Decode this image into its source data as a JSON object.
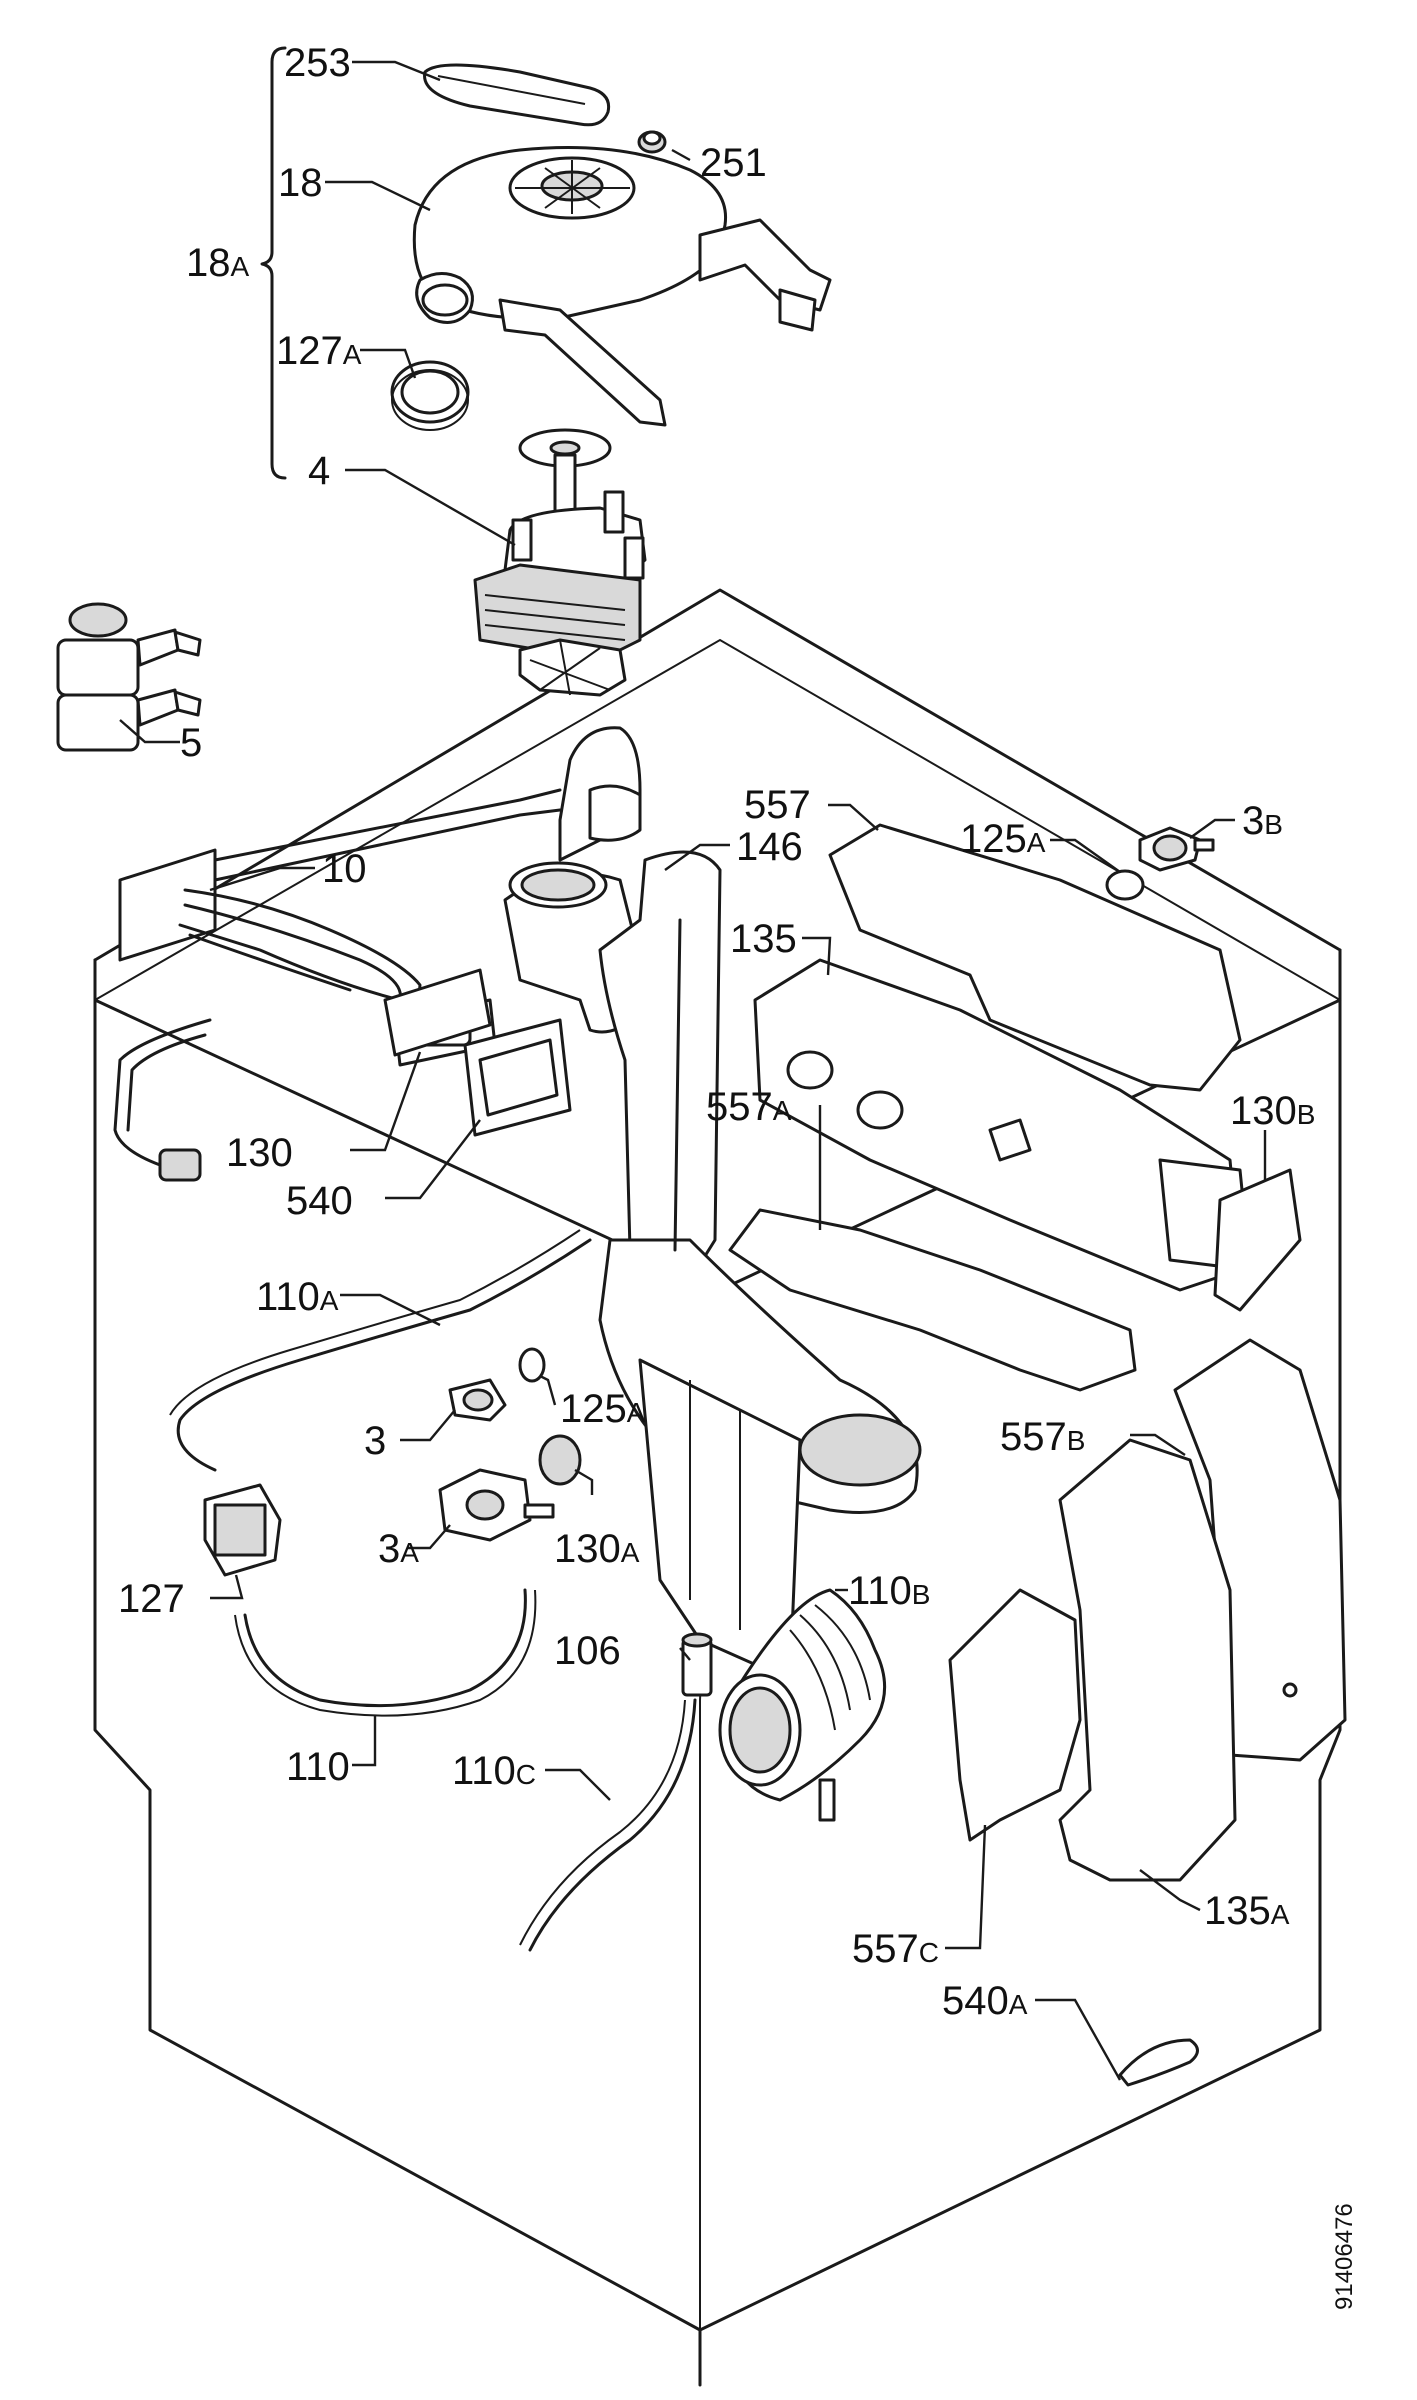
{
  "diagram": {
    "doc_number": "91406476",
    "labels": [
      {
        "id": "253",
        "num": "253",
        "suf": ""
      },
      {
        "id": "251",
        "num": "251",
        "suf": ""
      },
      {
        "id": "18",
        "num": "18",
        "suf": ""
      },
      {
        "id": "18A",
        "num": "18",
        "suf": "A"
      },
      {
        "id": "127A",
        "num": "127",
        "suf": "A"
      },
      {
        "id": "4",
        "num": "4",
        "suf": ""
      },
      {
        "id": "5",
        "num": "5",
        "suf": ""
      },
      {
        "id": "10",
        "num": "10",
        "suf": ""
      },
      {
        "id": "146",
        "num": "146",
        "suf": ""
      },
      {
        "id": "557",
        "num": "557",
        "suf": ""
      },
      {
        "id": "125A_top",
        "num": "125",
        "suf": "A"
      },
      {
        "id": "3B",
        "num": "3",
        "suf": "B"
      },
      {
        "id": "135",
        "num": "135",
        "suf": ""
      },
      {
        "id": "130B",
        "num": "130",
        "suf": "B"
      },
      {
        "id": "130",
        "num": "130",
        "suf": ""
      },
      {
        "id": "540",
        "num": "540",
        "suf": ""
      },
      {
        "id": "557A",
        "num": "557",
        "suf": "A"
      },
      {
        "id": "110A",
        "num": "110",
        "suf": "A"
      },
      {
        "id": "125A_mid",
        "num": "125",
        "suf": "A"
      },
      {
        "id": "3",
        "num": "3",
        "suf": ""
      },
      {
        "id": "557B",
        "num": "557",
        "suf": "B"
      },
      {
        "id": "3A",
        "num": "3",
        "suf": "A"
      },
      {
        "id": "130A",
        "num": "130",
        "suf": "A"
      },
      {
        "id": "127",
        "num": "127",
        "suf": ""
      },
      {
        "id": "110B",
        "num": "110",
        "suf": "B"
      },
      {
        "id": "106",
        "num": "106",
        "suf": ""
      },
      {
        "id": "110",
        "num": "110",
        "suf": ""
      },
      {
        "id": "110C",
        "num": "110",
        "suf": "C"
      },
      {
        "id": "135A",
        "num": "135",
        "suf": "A"
      },
      {
        "id": "557C",
        "num": "557",
        "suf": "C"
      },
      {
        "id": "540A",
        "num": "540",
        "suf": "A"
      }
    ]
  }
}
